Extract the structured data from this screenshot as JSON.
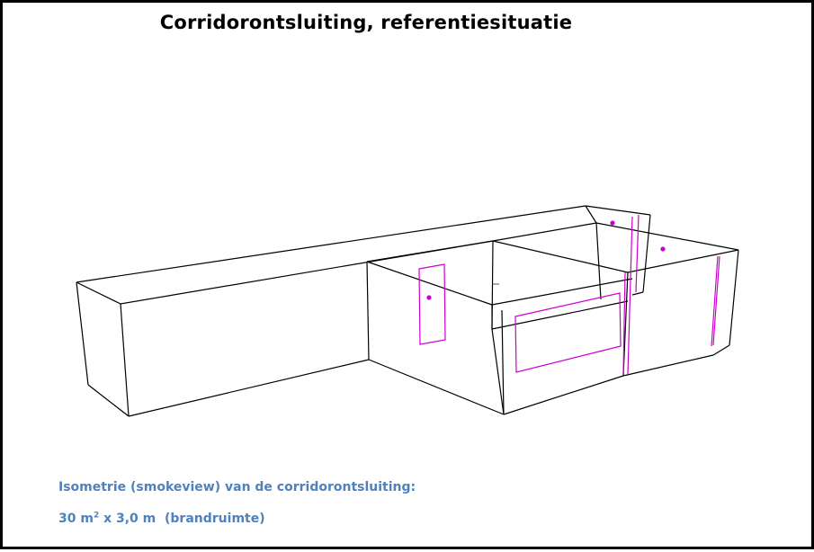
{
  "slide": {
    "title": "Corridorontsluiting, referentiesituatie",
    "caption_line1": "Isometrie (smokeview) van de corridorontsluiting:",
    "caption_line2_pre": "30 m",
    "caption_line2_sup": "2",
    "caption_line2_post": " x 3,0 m  (brandruimte)"
  },
  "colors": {
    "frame": "#000000",
    "outline": "#000000",
    "openings": "#cc00cc",
    "caption": "#4f81bd"
  }
}
